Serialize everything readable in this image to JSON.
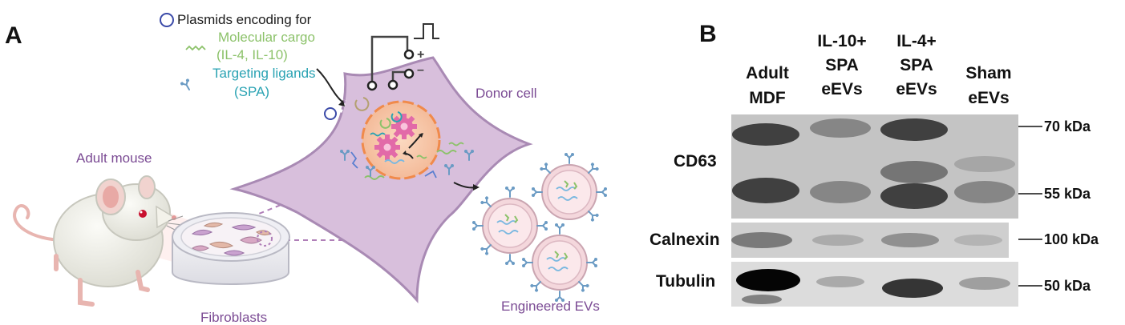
{
  "panel_a": {
    "letter": "A",
    "plasmid_title": "Plasmids encoding for",
    "cargo_line1": "Molecular cargo",
    "cargo_line2": "(IL-4, IL-10)",
    "ligand_line1": "Targeting ligands",
    "ligand_line2": "(SPA)",
    "donor_cell": "Donor cell",
    "adult_mouse": "Adult mouse",
    "fibroblasts": "Fibroblasts",
    "engineered_evs": "Engineered EVs",
    "electrode_plus": "+",
    "electrode_minus": "–"
  },
  "panel_b": {
    "letter": "B",
    "columns": [
      {
        "line1": "Adult",
        "line2": "MDF",
        "line3": ""
      },
      {
        "line1": "IL-10+",
        "line2": "SPA",
        "line3": "eEVs"
      },
      {
        "line1": "IL-4+",
        "line2": "SPA",
        "line3": "eEVs"
      },
      {
        "line1": "Sham",
        "line2": "eEVs",
        "line3": ""
      }
    ],
    "rows": [
      "CD63",
      "Calnexin",
      "Tubulin"
    ],
    "markers": [
      "70 kDa",
      "55 kDa",
      "100 kDa",
      "50 kDa"
    ]
  },
  "colors": {
    "cell_fill": "#d8bfdc",
    "cell_stroke": "#a98ab4",
    "nucleus": "#f7c9a8",
    "gear": "#e26aa8",
    "ev_fill": "#f4d7dc",
    "purple_text": "#7b4b94",
    "green_text": "#8cc26a",
    "teal_text": "#2aa3b3"
  },
  "icons": [
    "plasmid-icon",
    "dna-strand-icon",
    "ligand-icon",
    "gear-icon",
    "square-pulse-icon",
    "arrow-icon"
  ]
}
